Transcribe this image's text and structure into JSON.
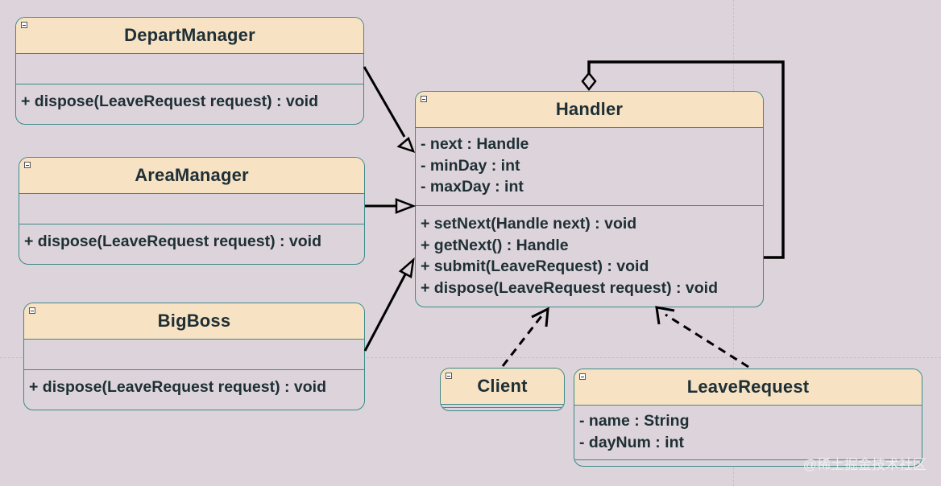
{
  "classes": {
    "depart_manager": {
      "name": "DepartManager",
      "attributes": [],
      "methods": [
        "+ dispose(LeaveRequest request) : void"
      ]
    },
    "area_manager": {
      "name": "AreaManager",
      "attributes": [],
      "methods": [
        "+ dispose(LeaveRequest request) : void"
      ]
    },
    "big_boss": {
      "name": "BigBoss",
      "attributes": [],
      "methods": [
        "+ dispose(LeaveRequest request) : void"
      ]
    },
    "handler": {
      "name": "Handler",
      "attributes": [
        "- next : Handle",
        "- minDay : int",
        "- maxDay : int"
      ],
      "methods": [
        "+ setNext(Handle next) : void",
        "+ getNext() : Handle",
        "+ submit(LeaveRequest) : void",
        "+ dispose(LeaveRequest request) : void"
      ]
    },
    "client": {
      "name": "Client",
      "attributes": [],
      "methods": []
    },
    "leave_request": {
      "name": "LeaveRequest",
      "attributes": [
        "- name : String",
        "- dayNum : int"
      ],
      "methods": []
    }
  },
  "relations": [
    {
      "from": "DepartManager",
      "to": "Handler",
      "kind": "inheritance"
    },
    {
      "from": "AreaManager",
      "to": "Handler",
      "kind": "inheritance"
    },
    {
      "from": "BigBoss",
      "to": "Handler",
      "kind": "inheritance"
    },
    {
      "from": "Client",
      "to": "Handler",
      "kind": "dependency"
    },
    {
      "from": "LeaveRequest",
      "to": "Handler",
      "kind": "dependency"
    },
    {
      "from": "Handler",
      "to": "Handler",
      "kind": "aggregation"
    }
  ],
  "watermark": "@稀土掘金技术社区",
  "colors": {
    "header": "#f7e2c3",
    "border": "#3d8a8a",
    "background": "#dcd4da",
    "text": "#1e2f36",
    "connector": "#000000"
  }
}
